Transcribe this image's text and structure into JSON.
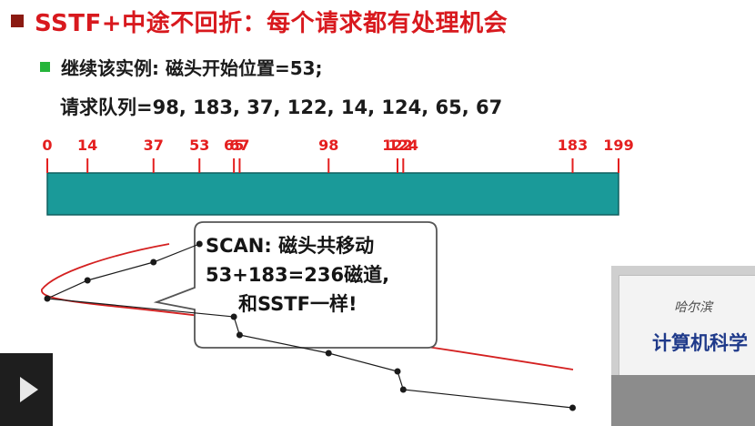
{
  "slide": {
    "title": "SSTF+中途不回折：每个请求都有处理机会",
    "subtitle": "继续该实例: 磁头开始位置=53;",
    "request_queue": "请求队列=98, 183, 37, 122, 14, 124, 65, 67"
  },
  "track": {
    "ticks": [
      0,
      14,
      37,
      53,
      65,
      67,
      98,
      122,
      124,
      183,
      199
    ],
    "min": 0,
    "max": 199,
    "bar_color": "#1a9a99",
    "tick_color": "#e41f1f"
  },
  "path": {
    "order": [
      53,
      37,
      14,
      0,
      65,
      67,
      98,
      122,
      124,
      183
    ],
    "line_color": "#1a1a1a",
    "annotation_color": "#d42020"
  },
  "callout": {
    "line1": "SCAN: 磁头共移动",
    "line2": "53+183=236磁道,",
    "line3": "和SSTF一样!"
  },
  "video": {
    "sign_line1": "哈尔滨",
    "sign_line2": "计算机科学"
  },
  "player": {
    "play_icon": "play-icon"
  }
}
